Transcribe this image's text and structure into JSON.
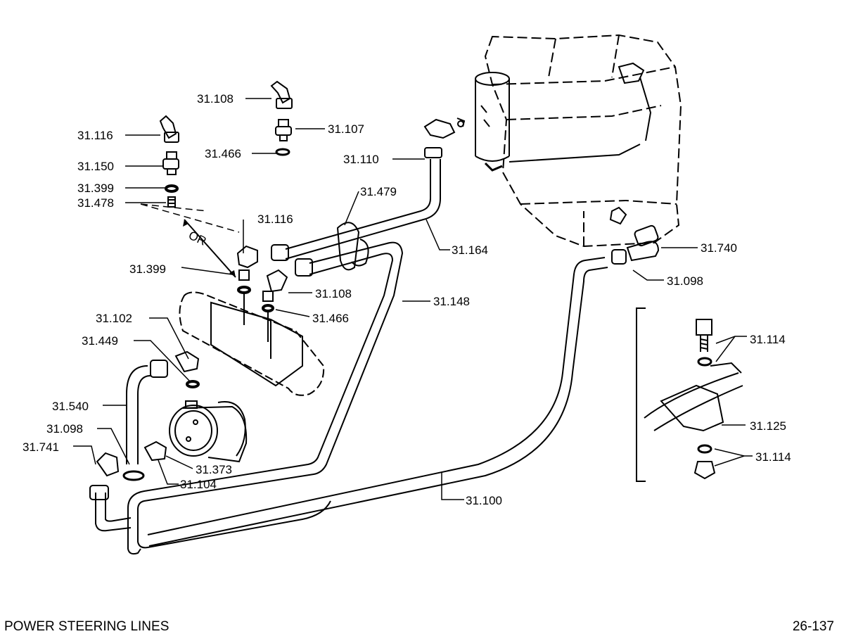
{
  "footer": {
    "caption": "POWER STEERING LINES",
    "page_number": "26-137"
  },
  "labels": {
    "l31108a": "31.108",
    "l31107": "31.107",
    "l31466a": "31.466",
    "l31116a": "31.116",
    "l31150": "31.150",
    "l31399a": "31.399",
    "l31478": "31.478",
    "l31110": "31.110",
    "l31479": "31.479",
    "l31116b": "31.116",
    "l31164": "31.164",
    "l31740": "31.740",
    "l31399b": "31.399",
    "l31108b": "31.108",
    "l31098a": "31.098",
    "l31466b": "31.466",
    "l31148": "31.148",
    "l31102": "31.102",
    "l31449": "31.449",
    "l31114a": "31.114",
    "l31540": "31.540",
    "l31098b": "31.098",
    "l31741": "31.741",
    "l31125": "31.125",
    "l31373": "31.373",
    "l31114b": "31.114",
    "l31104": "31.104",
    "l31100": "31.100",
    "or_text": "OR"
  }
}
